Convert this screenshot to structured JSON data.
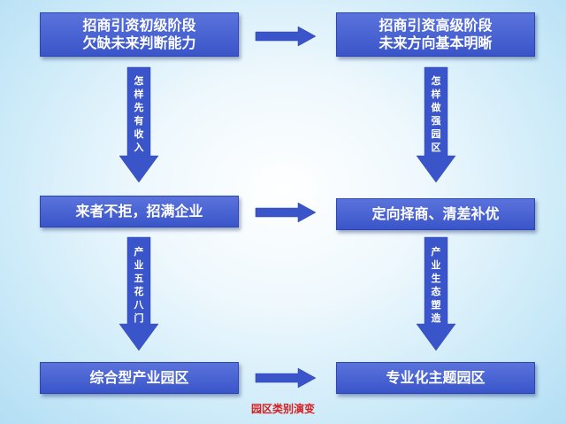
{
  "stages": {
    "top_left": [
      "招商引资初级阶段",
      "欠缺未来判断能力"
    ],
    "top_right": [
      "招商引资高级阶段",
      "未来方向基本明晰"
    ],
    "mid_left": "来者不拒，招满企业",
    "mid_right": "定向择商、清差补优",
    "bottom_left": "综合型产业园区",
    "bottom_right": "专业化主题园区"
  },
  "transitions": {
    "left_1": "怎样先有收入",
    "right_1": "怎样做强园区",
    "left_2": "产业五花八门",
    "right_2": "产业生态塑造"
  },
  "caption": "园区类别演变",
  "colors": {
    "box": "#3f5bd0",
    "arrow": "#3a55c9",
    "caption": "#d42020"
  }
}
